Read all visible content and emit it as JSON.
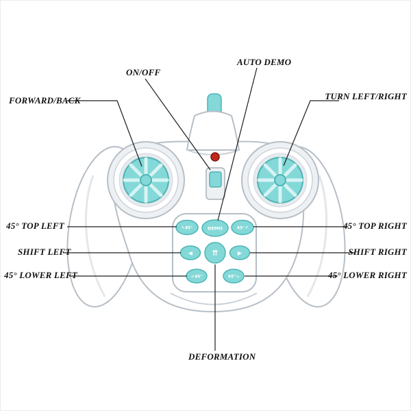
{
  "labels": {
    "forward_back": "FORWARD/BACK",
    "on_off": "ON/OFF",
    "auto_demo": "AUTO DEMO",
    "turn_left_right": "TURN LEFT/RIGHT",
    "top_left_45": "45° TOP LEFT",
    "shift_left": "SHIFT LEFT",
    "lower_left_45": "45° LOWER LEFT",
    "top_right_45": "45° TOP RIGHT",
    "shift_right": "SHIFT RIGHT",
    "lower_right_45": "45° LOWER RIGHT",
    "deformation": "DEFORMATION"
  },
  "keypad": {
    "demo": "DEMO",
    "top_left": "↖45°",
    "top_right": "45°↗",
    "shift_left": "◀",
    "shift_right": "▶",
    "center": "⇈",
    "lower_left": "↙45°",
    "lower_right": "45°↘"
  },
  "colors": {
    "body_outline": "#b6bec6",
    "teal": "#84d8d8",
    "teal_dark": "#4db4b4",
    "teal_pale": "#d7f3f3",
    "led_red": "#c2271b",
    "led_dark": "#7e150e",
    "callout": "#1d1d1d",
    "label_text": "#111111"
  }
}
